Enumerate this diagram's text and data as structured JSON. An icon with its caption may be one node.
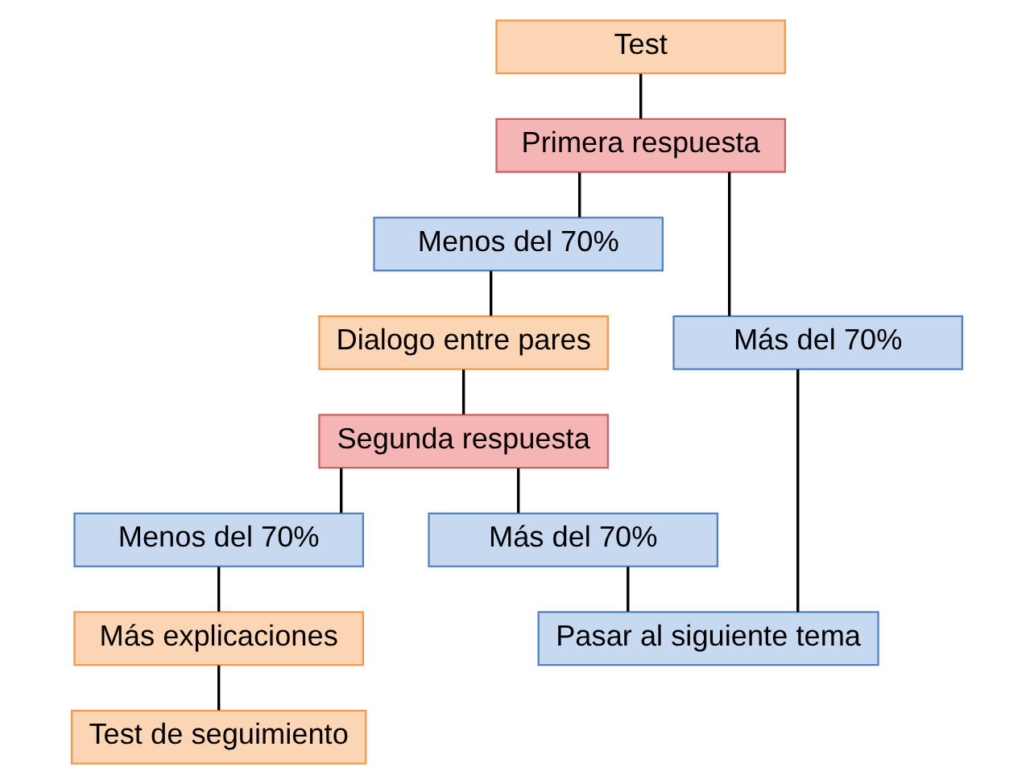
{
  "diagram": {
    "nodes": [
      {
        "text": [
          "Test"
        ]
      },
      {
        "text": [
          "Primera respuesta"
        ]
      },
      {
        "text": [
          "Menos del 70%"
        ]
      },
      {
        "text": [
          "Más del 70%"
        ]
      },
      {
        "text": [
          "Dialogo entre pares"
        ]
      },
      {
        "text": [
          "Segunda respuesta"
        ]
      },
      {
        "text": [
          "Menos del 70%"
        ]
      },
      {
        "text": [
          "Más del 70%"
        ]
      },
      {
        "text": [
          "Más explicaciones"
        ]
      },
      {
        "text": [
          "Pasar al siguiente tema"
        ]
      },
      {
        "text": [
          "Test de seguimiento"
        ]
      }
    ],
    "edges": [
      {
        "from": 0,
        "to": 1,
        "arrow": "none"
      },
      {
        "from": 1,
        "to": 2,
        "arrow": "none"
      },
      {
        "from": 1,
        "to": 3,
        "arrow": "none"
      },
      {
        "from": 2,
        "to": 4,
        "arrow": "none"
      },
      {
        "from": 4,
        "to": 5,
        "arrow": "none"
      },
      {
        "from": 5,
        "to": 6,
        "arrow": "none"
      },
      {
        "from": 5,
        "to": 7,
        "arrow": "none"
      },
      {
        "from": 6,
        "to": 8,
        "arrow": "none"
      },
      {
        "from": 8,
        "to": 10,
        "arrow": "none"
      },
      {
        "from": 3,
        "to": 9,
        "arrow": "none"
      },
      {
        "from": 7,
        "to": 9,
        "arrow": "none"
      }
    ]
  }
}
